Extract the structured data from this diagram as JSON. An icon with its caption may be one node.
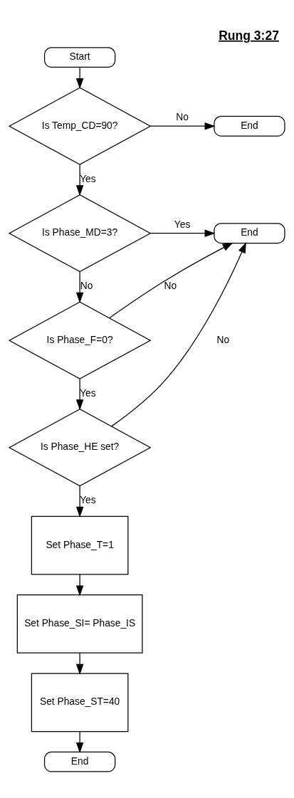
{
  "diagram": {
    "title": "Rung 3:27",
    "nodes": [
      {
        "text": [
          "Start"
        ]
      },
      {
        "text": [
          "Is Temp_CD=90?"
        ]
      },
      {
        "text": [
          "End"
        ]
      },
      {
        "text": [
          "Is Phase_MD=3?"
        ]
      },
      {
        "text": [
          "End"
        ]
      },
      {
        "text": [
          "Is Phase_F=0?"
        ]
      },
      {
        "text": [
          "Is Phase_HE set?"
        ]
      },
      {
        "text": [
          "Set Phase_T=1"
        ]
      },
      {
        "text": [
          "Set Phase_SI= Phase_IS"
        ]
      },
      {
        "text": [
          "Set Phase_ST=40"
        ]
      },
      {
        "text": [
          "End"
        ]
      }
    ],
    "edges": [
      {
        "from": 0,
        "to": 1,
        "arrow": "to"
      },
      {
        "from": 1,
        "to": 2,
        "arrow": "to",
        "label": "No"
      },
      {
        "from": 1,
        "to": 3,
        "arrow": "to",
        "label": "Yes"
      },
      {
        "from": 3,
        "to": 4,
        "arrow": "to",
        "label": "Yes"
      },
      {
        "from": 3,
        "to": 5,
        "arrow": "to",
        "label": "No"
      },
      {
        "from": 5,
        "to": 4,
        "arrow": "to",
        "label": "No"
      },
      {
        "from": 5,
        "to": 6,
        "arrow": "to",
        "label": "Yes"
      },
      {
        "from": 6,
        "to": 4,
        "arrow": "to",
        "label": "No"
      },
      {
        "from": 6,
        "to": 7,
        "arrow": "to",
        "label": "Yes"
      },
      {
        "from": 7,
        "to": 8,
        "arrow": "to"
      },
      {
        "from": 8,
        "to": 9,
        "arrow": "to"
      },
      {
        "from": 9,
        "to": 10,
        "arrow": "to"
      }
    ]
  }
}
